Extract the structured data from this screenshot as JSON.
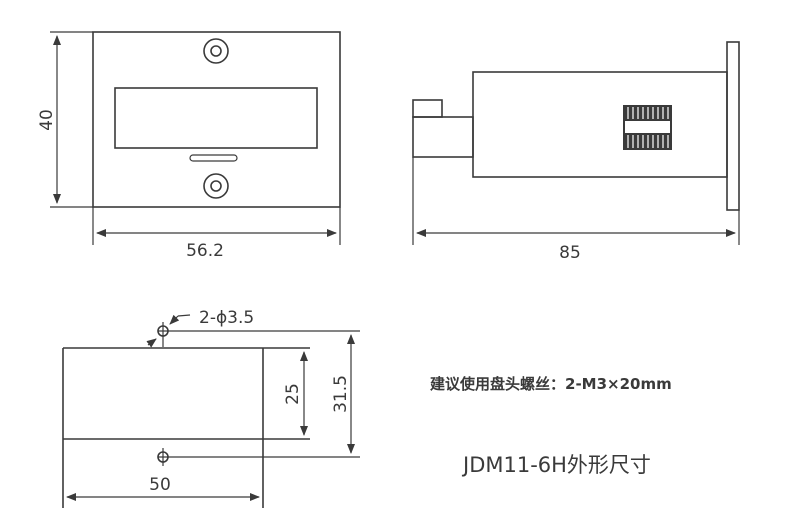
{
  "front_view": {
    "width_dim": "56.2",
    "height_dim": "40"
  },
  "side_view": {
    "length_dim": "85"
  },
  "cutout": {
    "hole_note": "2-ϕ3.5",
    "inner_height_dim": "25",
    "outer_height_dim": "31.5",
    "width_dim": "50"
  },
  "note": "建议使用盘头螺丝：2-M3×20mm",
  "title": "JDM11-6H外形尺寸",
  "colors": {
    "line": "#3a3a3a",
    "background": "#ffffff"
  }
}
